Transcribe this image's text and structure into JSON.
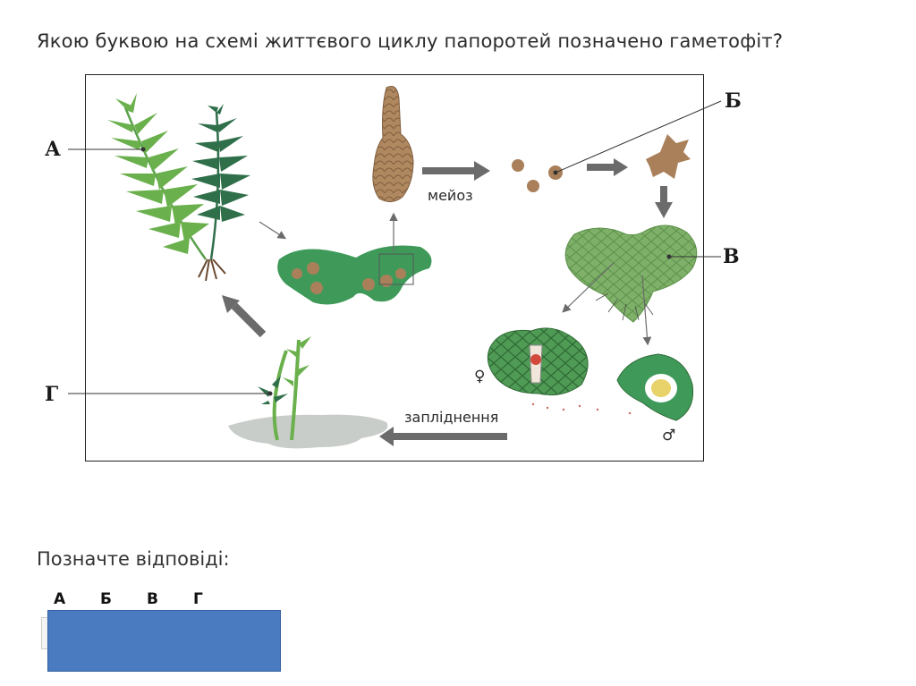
{
  "question": "Якою буквою на схемі життєвого циклу папоротей позначено гаметофіт?",
  "diagram": {
    "labels": {
      "a": "А",
      "b": "Б",
      "v": "В",
      "g": "Г"
    },
    "arrows": {
      "meiosis": "мейоз",
      "fertilization": "запліднення"
    },
    "symbols": {
      "female": "♀",
      "male": "♂"
    },
    "colors": {
      "frond_light": "#6ab04c",
      "frond_dark": "#2f6f4a",
      "prothallus": "#7fb069",
      "sorus_green": "#3f9a5a",
      "spore_brown": "#a9805a",
      "arrow_gray": "#6b6b6b",
      "soil_gray": "#c9cdc9"
    }
  },
  "answer_section": {
    "prompt": "Позначте відповіді:",
    "options": [
      "А",
      "Б",
      "В",
      "Г"
    ],
    "cover_color": "#4a7ac0"
  }
}
